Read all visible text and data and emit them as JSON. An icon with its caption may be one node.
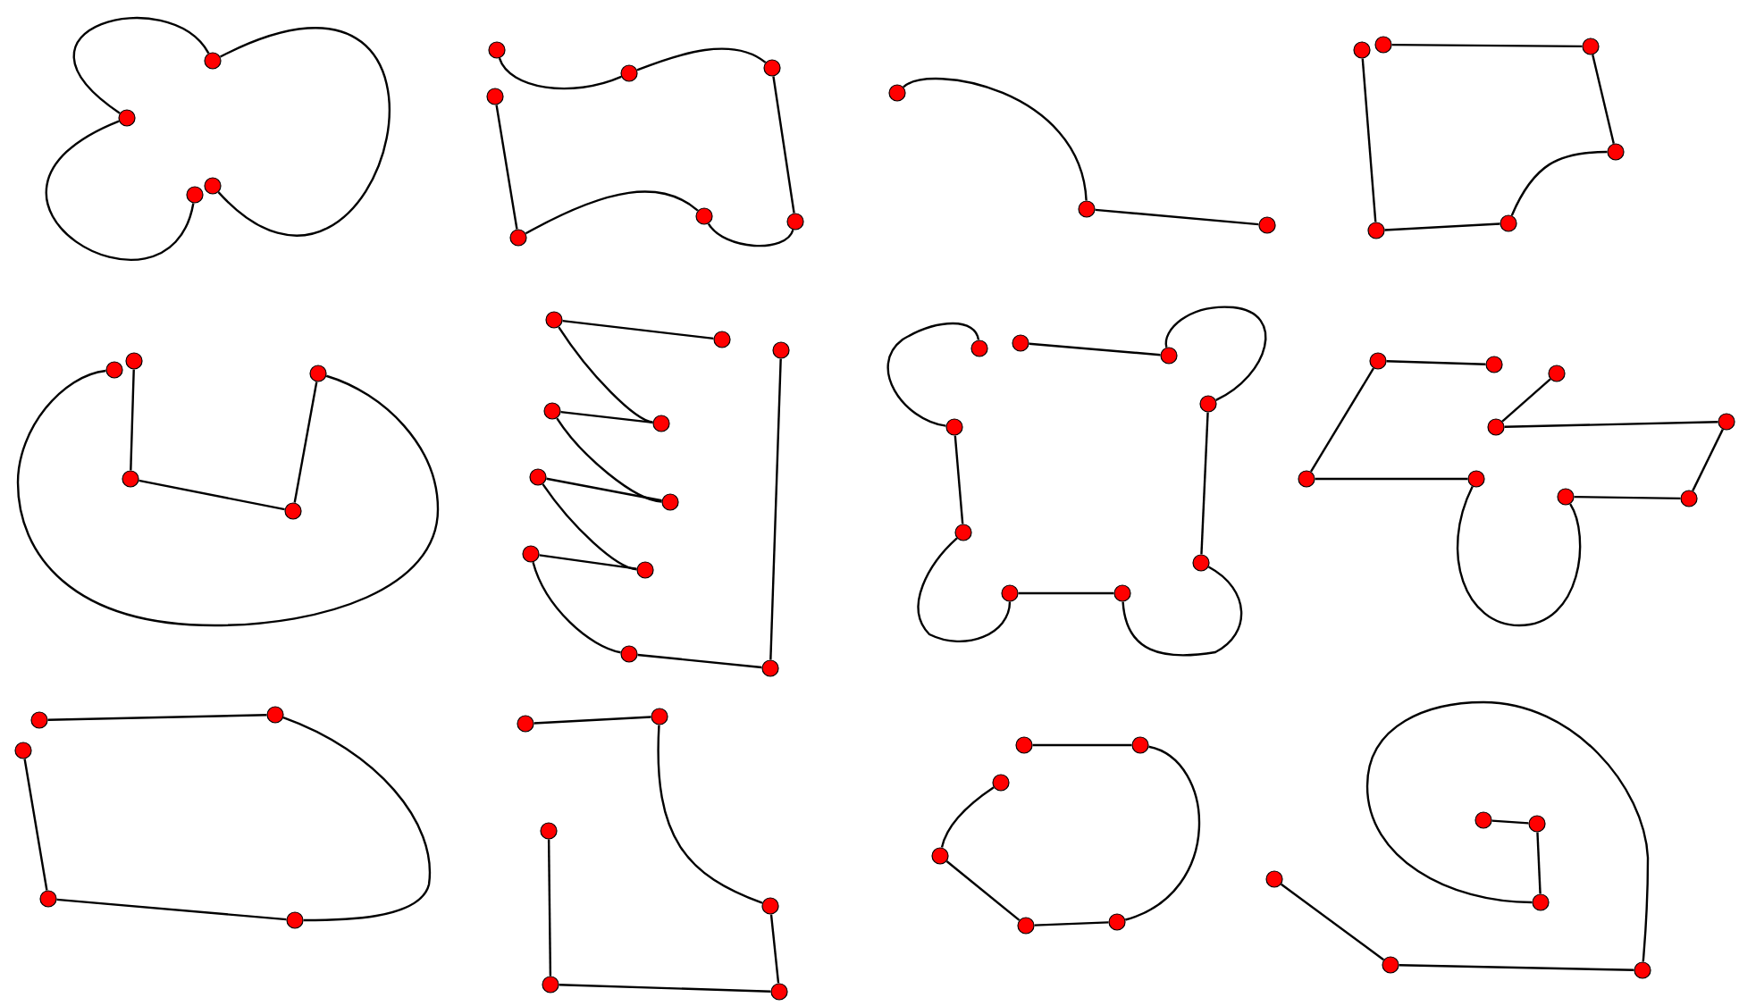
{
  "diagram": {
    "nodes": [
      {
        "text": [],
        "shape": "circle"
      },
      {
        "text": [],
        "shape": "circle"
      },
      {
        "text": [],
        "shape": "circle"
      },
      {
        "text": [],
        "shape": "circle"
      },
      {
        "text": [],
        "shape": "circle"
      },
      {
        "text": [],
        "shape": "circle"
      },
      {
        "text": [],
        "shape": "circle"
      },
      {
        "text": [],
        "shape": "circle"
      },
      {
        "text": [],
        "shape": "circle"
      },
      {
        "text": [],
        "shape": "circle"
      },
      {
        "text": [],
        "shape": "circle"
      },
      {
        "text": [],
        "shape": "circle"
      },
      {
        "text": [],
        "shape": "circle"
      },
      {
        "text": [],
        "shape": "circle"
      },
      {
        "text": [],
        "shape": "circle"
      },
      {
        "text": [],
        "shape": "circle"
      },
      {
        "text": [],
        "shape": "circle"
      },
      {
        "text": [],
        "shape": "circle"
      },
      {
        "text": [],
        "shape": "circle"
      },
      {
        "text": [],
        "shape": "circle"
      },
      {
        "text": [],
        "shape": "circle"
      },
      {
        "text": [],
        "shape": "circle"
      },
      {
        "text": [],
        "shape": "circle"
      },
      {
        "text": [],
        "shape": "circle"
      },
      {
        "text": [],
        "shape": "circle"
      },
      {
        "text": [],
        "shape": "circle"
      },
      {
        "text": [],
        "shape": "circle"
      },
      {
        "text": [],
        "shape": "circle"
      },
      {
        "text": [],
        "shape": "circle"
      },
      {
        "text": [],
        "shape": "circle"
      },
      {
        "text": [],
        "shape": "circle"
      },
      {
        "text": [],
        "shape": "circle"
      },
      {
        "text": [],
        "shape": "circle"
      },
      {
        "text": [],
        "shape": "circle"
      },
      {
        "text": [],
        "shape": "circle"
      },
      {
        "text": [],
        "shape": "circle"
      },
      {
        "text": [],
        "shape": "circle"
      },
      {
        "text": [],
        "shape": "circle"
      },
      {
        "text": [],
        "shape": "circle"
      },
      {
        "text": [],
        "shape": "circle"
      },
      {
        "text": [],
        "shape": "circle"
      },
      {
        "text": [],
        "shape": "circle"
      },
      {
        "text": [],
        "shape": "circle"
      },
      {
        "text": [],
        "shape": "circle"
      },
      {
        "text": [],
        "shape": "circle"
      },
      {
        "text": [],
        "shape": "circle"
      },
      {
        "text": [],
        "shape": "circle"
      },
      {
        "text": [],
        "shape": "circle"
      },
      {
        "text": [],
        "shape": "circle"
      },
      {
        "text": [],
        "shape": "circle"
      },
      {
        "text": [],
        "shape": "circle"
      },
      {
        "text": [],
        "shape": "circle"
      },
      {
        "text": [],
        "shape": "circle"
      },
      {
        "text": [],
        "shape": "circle"
      },
      {
        "text": [],
        "shape": "circle"
      },
      {
        "text": [],
        "shape": "circle"
      },
      {
        "text": [],
        "shape": "circle"
      },
      {
        "text": [],
        "shape": "circle"
      },
      {
        "text": [],
        "shape": "circle"
      },
      {
        "text": [],
        "shape": "circle"
      },
      {
        "text": [],
        "shape": "circle"
      },
      {
        "text": [],
        "shape": "circle"
      },
      {
        "text": [],
        "shape": "circle"
      },
      {
        "text": [],
        "shape": "circle"
      },
      {
        "text": [],
        "shape": "circle"
      },
      {
        "text": [],
        "shape": "circle"
      },
      {
        "text": [],
        "shape": "circle"
      },
      {
        "text": [],
        "shape": "circle"
      },
      {
        "text": [],
        "shape": "circle"
      },
      {
        "text": [],
        "shape": "circle"
      },
      {
        "text": [],
        "shape": "circle"
      },
      {
        "text": [],
        "shape": "circle"
      },
      {
        "text": [],
        "shape": "circle"
      },
      {
        "text": [],
        "shape": "circle"
      },
      {
        "text": [],
        "shape": "circle"
      },
      {
        "text": [],
        "shape": "circle"
      },
      {
        "text": [],
        "shape": "circle"
      }
    ],
    "edges": [
      {
        "from": 0,
        "to": 1,
        "arrow": "none"
      },
      {
        "from": 1,
        "to": 2,
        "arrow": "none"
      },
      {
        "from": 3,
        "to": 0,
        "arrow": "none"
      },
      {
        "from": 4,
        "to": 5,
        "arrow": "none"
      },
      {
        "from": 5,
        "to": 6,
        "arrow": "none"
      },
      {
        "from": 6,
        "to": 10,
        "arrow": "none"
      },
      {
        "from": 10,
        "to": 9,
        "arrow": "none"
      },
      {
        "from": 9,
        "to": 8,
        "arrow": "none"
      },
      {
        "from": 8,
        "to": 7,
        "arrow": "none"
      },
      {
        "from": 11,
        "to": 12,
        "arrow": "none"
      },
      {
        "from": 12,
        "to": 13,
        "arrow": "none"
      },
      {
        "from": 15,
        "to": 16,
        "arrow": "none"
      },
      {
        "from": 16,
        "to": 17,
        "arrow": "none"
      },
      {
        "from": 17,
        "to": 18,
        "arrow": "none"
      },
      {
        "from": 18,
        "to": 19,
        "arrow": "none"
      },
      {
        "from": 19,
        "to": 14,
        "arrow": "none"
      },
      {
        "from": 21,
        "to": 23,
        "arrow": "none"
      },
      {
        "from": 23,
        "to": 24,
        "arrow": "none"
      },
      {
        "from": 24,
        "to": 22,
        "arrow": "none"
      },
      {
        "from": 22,
        "to": 20,
        "arrow": "none"
      },
      {
        "from": 26,
        "to": 25,
        "arrow": "none"
      },
      {
        "from": 25,
        "to": 28,
        "arrow": "none"
      },
      {
        "from": 28,
        "to": 27,
        "arrow": "none"
      },
      {
        "from": 27,
        "to": 30,
        "arrow": "none"
      },
      {
        "from": 30,
        "to": 29,
        "arrow": "none"
      },
      {
        "from": 29,
        "to": 32,
        "arrow": "none"
      },
      {
        "from": 32,
        "to": 31,
        "arrow": "none"
      },
      {
        "from": 31,
        "to": 33,
        "arrow": "none"
      },
      {
        "from": 33,
        "to": 34,
        "arrow": "none"
      },
      {
        "from": 34,
        "to": 35,
        "arrow": "none"
      },
      {
        "from": 36,
        "to": 44,
        "arrow": "none"
      },
      {
        "from": 44,
        "to": 43,
        "arrow": "none"
      },
      {
        "from": 43,
        "to": 42,
        "arrow": "none"
      },
      {
        "from": 42,
        "to": 41,
        "arrow": "none"
      },
      {
        "from": 41,
        "to": 40,
        "arrow": "none"
      },
      {
        "from": 40,
        "to": 39,
        "arrow": "none"
      },
      {
        "from": 39,
        "to": 38,
        "arrow": "none"
      },
      {
        "from": 38,
        "to": 37,
        "arrow": "none"
      },
      {
        "from": 45,
        "to": 46,
        "arrow": "none"
      },
      {
        "from": 45,
        "to": 52,
        "arrow": "none"
      },
      {
        "from": 52,
        "to": 53,
        "arrow": "none"
      },
      {
        "from": 53,
        "to": 51,
        "arrow": "none"
      },
      {
        "from": 51,
        "to": 50,
        "arrow": "none"
      },
      {
        "from": 50,
        "to": 49,
        "arrow": "none"
      },
      {
        "from": 49,
        "to": 48,
        "arrow": "none"
      },
      {
        "from": 48,
        "to": 47,
        "arrow": "none"
      },
      {
        "from": 54,
        "to": 55,
        "arrow": "none"
      },
      {
        "from": 55,
        "to": 58,
        "arrow": "none"
      },
      {
        "from": 58,
        "to": 57,
        "arrow": "none"
      },
      {
        "from": 57,
        "to": 56,
        "arrow": "none"
      },
      {
        "from": 59,
        "to": 60,
        "arrow": "none"
      },
      {
        "from": 60,
        "to": 62,
        "arrow": "none"
      },
      {
        "from": 62,
        "to": 64,
        "arrow": "none"
      },
      {
        "from": 64,
        "to": 63,
        "arrow": "none"
      },
      {
        "from": 63,
        "to": 61,
        "arrow": "none"
      },
      {
        "from": 66,
        "to": 67,
        "arrow": "none"
      },
      {
        "from": 67,
        "to": 70,
        "arrow": "none"
      },
      {
        "from": 70,
        "to": 69,
        "arrow": "none"
      },
      {
        "from": 69,
        "to": 68,
        "arrow": "none"
      },
      {
        "from": 68,
        "to": 65,
        "arrow": "none"
      },
      {
        "from": 71,
        "to": 72,
        "arrow": "none"
      },
      {
        "from": 72,
        "to": 73,
        "arrow": "none"
      },
      {
        "from": 73,
        "to": 76,
        "arrow": "none"
      },
      {
        "from": 74,
        "to": 75,
        "arrow": "none"
      },
      {
        "from": 75,
        "to": 76,
        "arrow": "none"
      }
    ]
  }
}
